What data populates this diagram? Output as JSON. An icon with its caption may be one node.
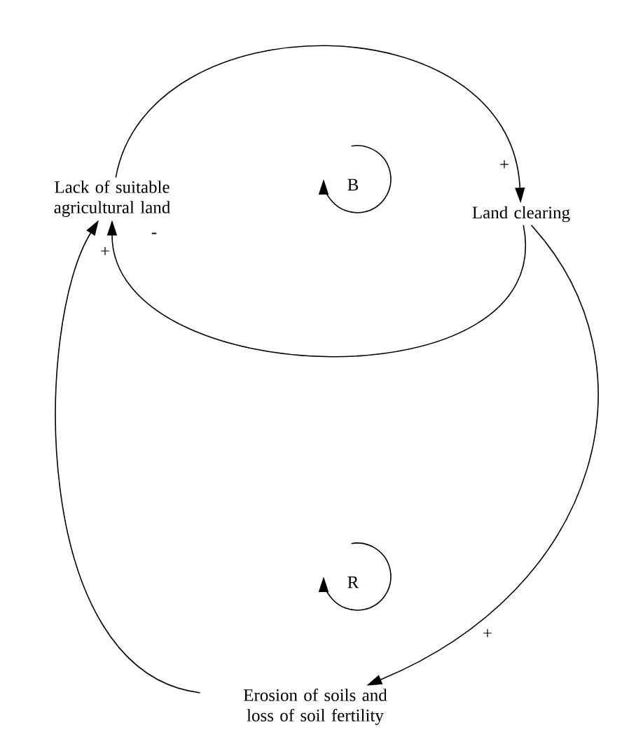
{
  "diagram": {
    "nodes": [
      {
        "text": [
          "Lack of suitable agricultural land"
        ]
      },
      {
        "text": [
          "Land clearing"
        ]
      },
      {
        "text": [
          "Erosion of soils and loss of soil fertility"
        ]
      }
    ],
    "edges": [
      {
        "from": 0,
        "to": 1,
        "arrow": "to",
        "label": "+"
      },
      {
        "from": 1,
        "to": 0,
        "arrow": "to",
        "label": "-"
      },
      {
        "from": 1,
        "to": 2,
        "arrow": "to",
        "label": "+"
      },
      {
        "from": 2,
        "to": 0,
        "arrow": "to",
        "label": "+"
      }
    ],
    "labels": [
      "B",
      "R"
    ]
  }
}
